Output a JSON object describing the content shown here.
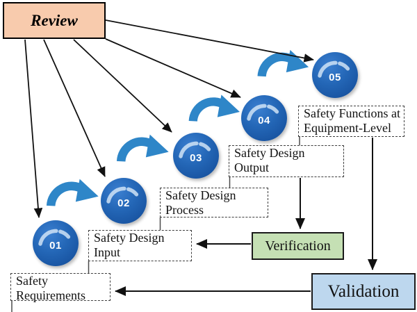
{
  "colors": {
    "review-fill": "#F8CBAD",
    "verification-fill": "#C5E0B4",
    "validation-fill": "#BDD7EE",
    "circle-blue": "#1E5FAC",
    "swoosh-blue": "#2E86C8",
    "line-black": "#111111"
  },
  "review": {
    "label": "Review"
  },
  "steps": [
    {
      "num": "01",
      "label": "Safety\nRequirements"
    },
    {
      "num": "02",
      "label": "Safety Design\nInput"
    },
    {
      "num": "03",
      "label": "Safety Design\nProcess"
    },
    {
      "num": "04",
      "label": "Safety Design\nOutput"
    },
    {
      "num": "05",
      "label": "Safety Functions at\nEquipment-Level"
    }
  ],
  "verification": {
    "label": "Verification"
  },
  "validation": {
    "label": "Validation"
  }
}
